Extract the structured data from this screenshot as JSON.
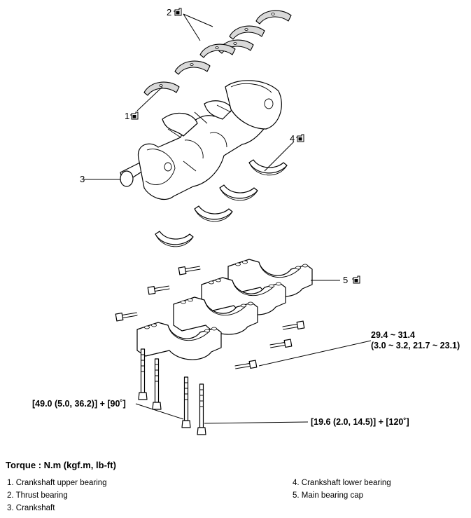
{
  "callouts": {
    "c1": "1",
    "c2": "2",
    "c3": "3",
    "c4": "4",
    "c5": "5"
  },
  "torque_specs": {
    "cap_bolt_line1": "29.4 ~ 31.4",
    "cap_bolt_line2": "(3.0 ~ 3.2, 21.7 ~ 23.1)",
    "main_bolt_a": "[49.0 (5.0, 36.2)] + [90˚]",
    "main_bolt_b": "[19.6 (2.0, 14.5)] + [120˚]"
  },
  "torque_title": "Torque : N.m (kgf.m, lb-ft)",
  "legend": {
    "left": [
      "1. Crankshaft upper bearing",
      "2. Thrust bearing",
      "3. Crankshaft"
    ],
    "right": [
      "4. Crankshaft lower bearing",
      "5. Main bearing cap"
    ]
  },
  "icons": [
    "oil-can-icon"
  ]
}
